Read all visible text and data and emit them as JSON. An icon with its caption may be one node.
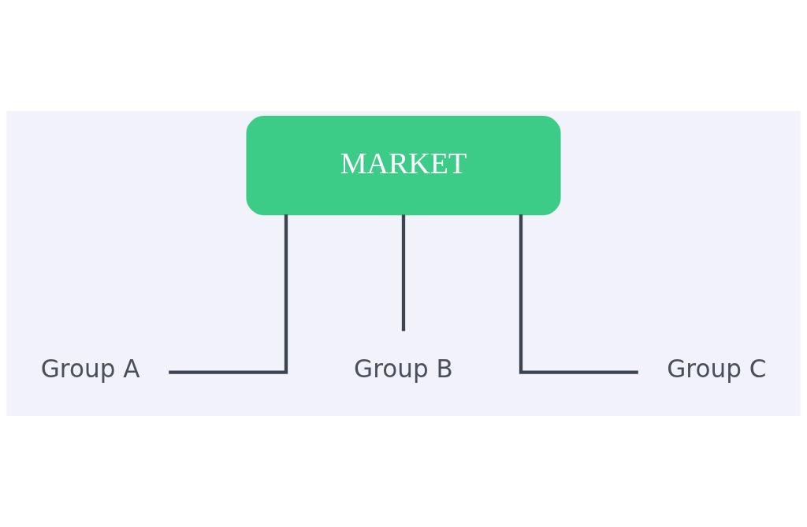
{
  "diagram": {
    "nodes": [
      {
        "text": [
          "MARKET"
        ]
      },
      {
        "text": [
          "Group A"
        ]
      },
      {
        "text": [
          "Group B"
        ]
      },
      {
        "text": [
          "Group C"
        ]
      }
    ],
    "edges": [
      {
        "from": 0,
        "to": 1,
        "arrow": "none"
      },
      {
        "from": 0,
        "to": 2,
        "arrow": "none"
      },
      {
        "from": 0,
        "to": 3,
        "arrow": "none"
      }
    ]
  }
}
